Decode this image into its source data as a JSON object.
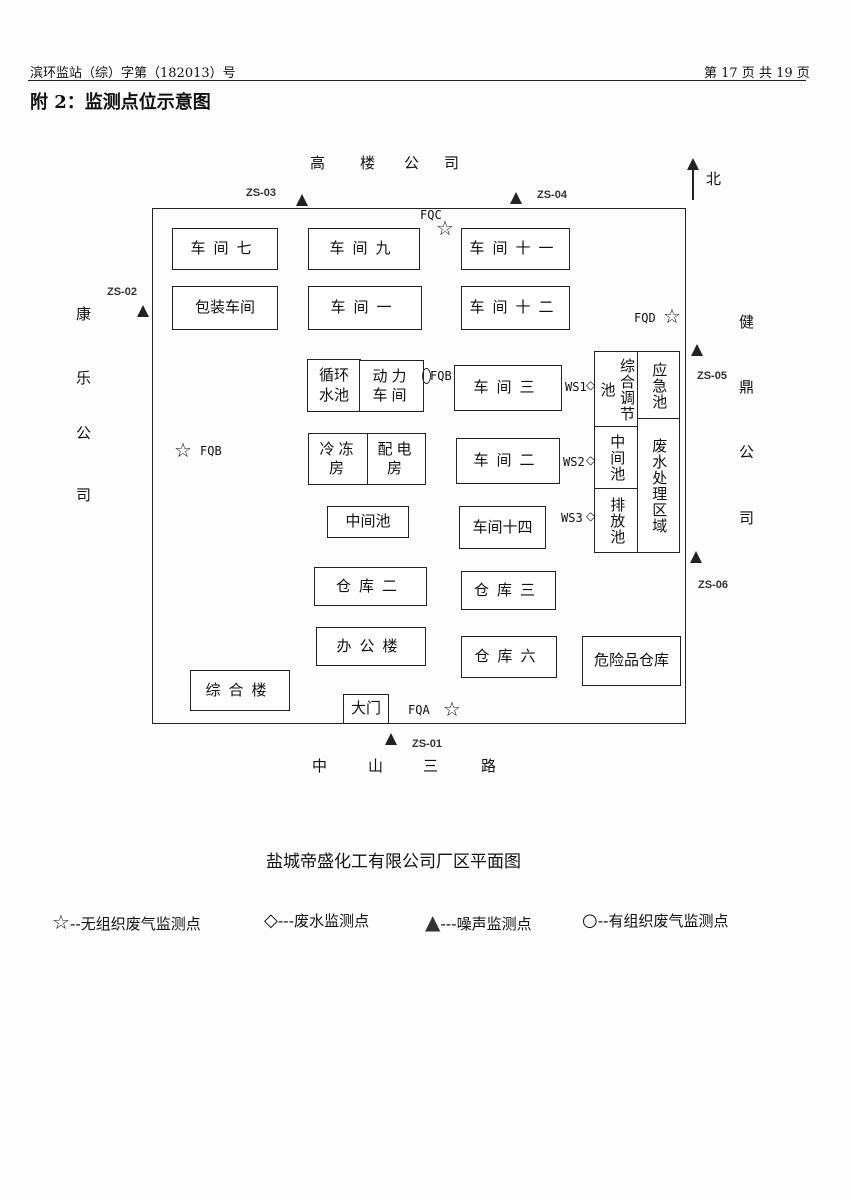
{
  "header": {
    "doc_number": "滨环监站（综）字第（182013）号",
    "page_info": "第 17 页 共 19 页"
  },
  "title": "附 2：监测点位示意图",
  "map": {
    "north": "北",
    "neighbors": {
      "top": [
        "高",
        "楼",
        "公",
        "司"
      ],
      "bottom": [
        "中",
        "山",
        "三",
        "路"
      ],
      "left": [
        "康",
        "乐",
        "公",
        "司"
      ],
      "right": [
        "健",
        "鼎",
        "公",
        "司"
      ]
    },
    "buildings": {
      "b7": "车间七",
      "b9": "车间九",
      "b11": "车间十一",
      "pack": "包装车间",
      "b1": "车间一",
      "b12": "车间十二",
      "cw": "循环水池",
      "power": "动力车间",
      "b3": "车间三",
      "freeze": "冷冻房",
      "elec": "配电房",
      "b2": "车间二",
      "mid": "中间池",
      "b14": "车间十四",
      "wh2": "仓库二",
      "wh3": "仓库三",
      "office": "办公楼",
      "wh6": "仓库六",
      "haz": "危险品仓库",
      "complex": "综合楼",
      "gate": "大门",
      "adjust": "综合调节池",
      "midpool": "中间池",
      "discharge": "排放池",
      "emergency": "应急池",
      "wwt": "废水处理区域"
    },
    "noise_points": [
      "ZS-01",
      "ZS-02",
      "ZS-03",
      "ZS-04",
      "ZS-05",
      "ZS-06"
    ],
    "air_points": [
      "FQA",
      "FQB",
      "FQC",
      "FQD"
    ],
    "stack_point": "FQB",
    "water_points": [
      "WS1",
      "WS2",
      "WS3"
    ]
  },
  "caption": "盐城帝盛化工有限公司厂区平面图",
  "legend": [
    {
      "symbol": "☆",
      "text": "--无组织废气监测点"
    },
    {
      "symbol": "◇",
      "text": "---废水监测点"
    },
    {
      "symbol": "▲",
      "text": "---噪声监测点"
    },
    {
      "symbol": "○",
      "text": "--有组织废气监测点"
    }
  ]
}
